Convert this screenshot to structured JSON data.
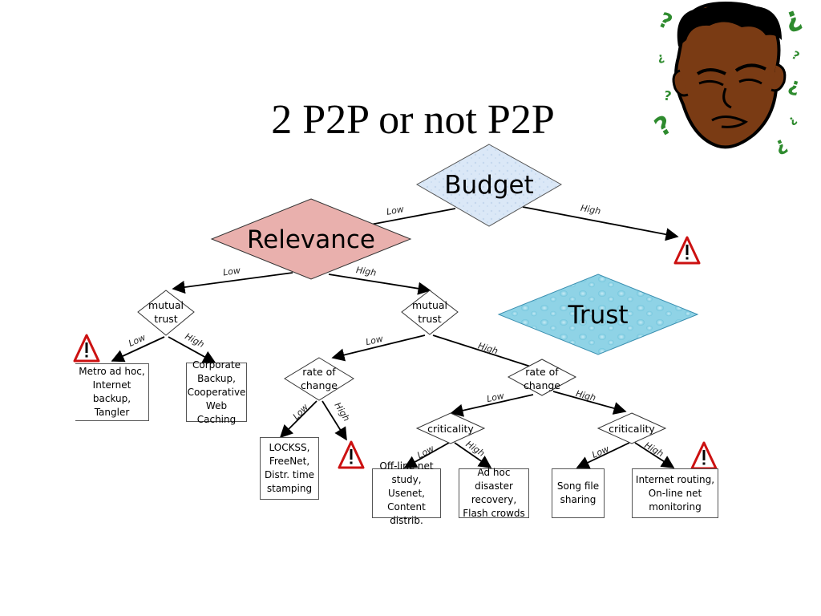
{
  "slide": {
    "title": "2 P2P or not P2P"
  },
  "decisions": {
    "budget": "Budget",
    "relevance": "Relevance",
    "trust_legend": "Trust",
    "mutual_trust_left": "mutual\ntrust",
    "mutual_trust_right": "mutual\ntrust",
    "rate_of_change_left": "rate of\nchange",
    "rate_of_change_right": "rate of\nchange",
    "criticality_left": "criticality",
    "criticality_right": "criticality"
  },
  "edges": {
    "budget_low": "Low",
    "budget_high": "High",
    "relevance_low": "Low",
    "relevance_high": "High",
    "mt_left_low": "Low",
    "mt_left_high": "High",
    "mt_right_low": "Low",
    "mt_right_high": "High",
    "roc_left_low": "Low",
    "roc_left_high": "High",
    "roc_right_low": "Low",
    "roc_right_high": "High",
    "crit_left_low": "Low",
    "crit_left_high": "High",
    "crit_right_low": "Low",
    "crit_right_high": "High"
  },
  "outcomes": {
    "metro": "Metro ad hoc,\nInternet backup,\nTangler",
    "corporate": "Corporate\nBackup,\nCooperative\nWeb Caching",
    "lockss": "LOCKSS,\nFreeNet,\nDistr. time\nstamping",
    "offline": "Off-line net\nstudy, Usenet,\nContent distrib.",
    "adhoc": "Ad hoc disaster\nrecovery,\nFlash crowds",
    "song": "Song file\nsharing",
    "internet_routing": "Internet routing,\nOn-line net\nmonitoring"
  },
  "warning_icon": {
    "name": "warning-triangle-icon",
    "glyph": "!",
    "color": "#cc1111"
  },
  "colors": {
    "budget_fill": "#dbe8f7",
    "relevance_fill": "#e9b0ad",
    "trust_fill": "#8fd3e6",
    "warning_red": "#cc1111",
    "face_skin": "#7a3b14"
  }
}
